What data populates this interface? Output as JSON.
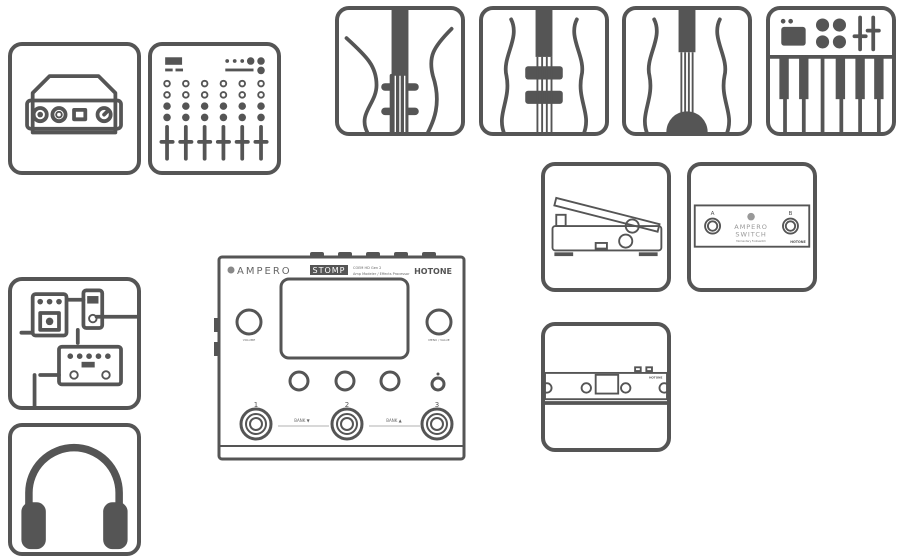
{
  "colors": {
    "stroke": "#555555",
    "background": "#ffffff"
  },
  "icons": [
    "audio-interface-icon",
    "mixer-icon",
    "electric-guitar-icon",
    "acoustic-bass-icon",
    "acoustic-guitar-icon",
    "midi-keyboard-icon",
    "expression-pedal-icon",
    "footswitch-icon",
    "controller-icon",
    "pedalboard-icon",
    "headphones-icon"
  ],
  "device": {
    "brand_logo": "AMPERO",
    "model": "STOMP",
    "spec_line1": "COEM HD Gen 2",
    "spec_line2": "Amp Modeler / Effects Processor",
    "maker": "HOTONE",
    "volume_label": "VOLUME",
    "menu_label": "MENU / VALUE",
    "switches": [
      "1",
      "2",
      "3"
    ],
    "bank_down": "BANK ▼",
    "bank_up": "BANK ▲"
  },
  "switch": {
    "a": "A",
    "b": "B",
    "line1": "AMPERO",
    "line2": "SWITCH",
    "sub": "Momentary Footswitch",
    "maker": "HOTONE"
  },
  "control": {
    "maker": "HOTONE"
  }
}
